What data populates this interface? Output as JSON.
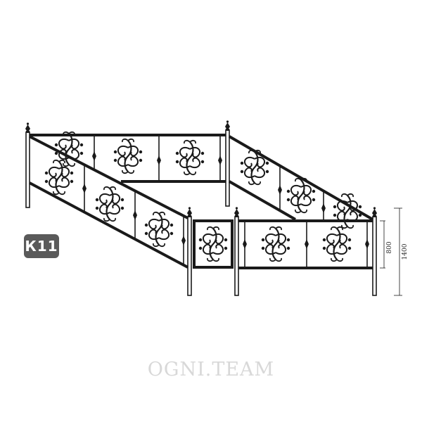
{
  "badge": {
    "label": "К11"
  },
  "dimensions": {
    "inner_height": "800",
    "total_height": "1400"
  },
  "watermark": {
    "text": "OGNI.TEAM"
  },
  "colors": {
    "metal": "#1a1a1a",
    "badge_bg": "#5a5a5a",
    "watermark": "#d8d8d8"
  }
}
